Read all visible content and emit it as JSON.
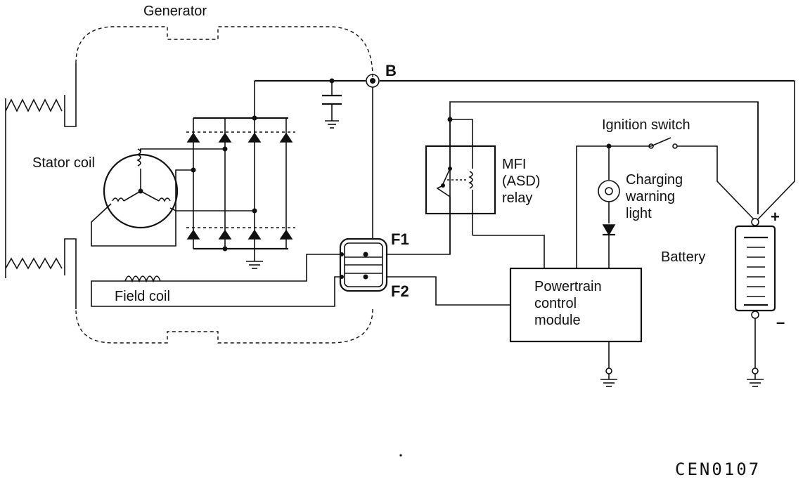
{
  "labels": {
    "generator": "Generator",
    "stator_coil": "Stator coil",
    "field_coil": "Field coil",
    "terminal_b": "B",
    "terminal_f1": "F1",
    "terminal_f2": "F2",
    "relay_line1": "MFI",
    "relay_line2": "(ASD)",
    "relay_line3": "relay",
    "ignition_switch": "Ignition switch",
    "charging_line1": "Charging",
    "charging_line2": "warning",
    "charging_line3": "light",
    "pcm_line1": "Powertrain",
    "pcm_line2": "control",
    "pcm_line3": "module",
    "battery": "Battery",
    "battery_plus": "+",
    "battery_minus": "–",
    "figure_code": "CEN0107"
  },
  "colors": {
    "line": "#111111",
    "background": "#ffffff"
  }
}
